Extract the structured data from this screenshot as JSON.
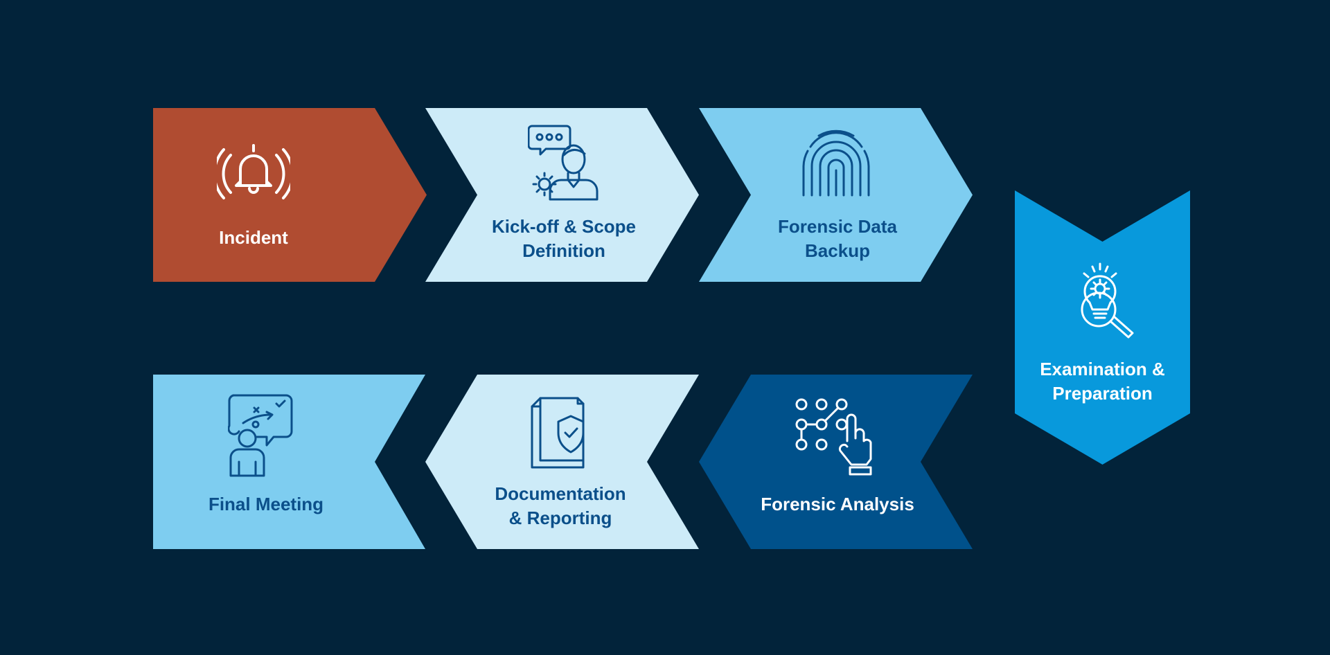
{
  "colors": {
    "background": "#02233a",
    "incident": "#b04c31",
    "pale_blue": "#cdebf8",
    "light_blue": "#7ecdf0",
    "bright_blue": "#0899dc",
    "dark_blue": "#00518b",
    "text_dark": "#0b4f8a",
    "text_light": "#ffffff"
  },
  "steps": [
    {
      "id": "incident",
      "icon": "bell-alarm-icon",
      "lines": [
        "Incident"
      ]
    },
    {
      "id": "kickoff",
      "icon": "person-chat-gear-icon",
      "lines": [
        "Kick-off & Scope",
        "Definition"
      ]
    },
    {
      "id": "backup",
      "icon": "fingerprint-icon",
      "lines": [
        "Forensic Data",
        "Backup"
      ]
    },
    {
      "id": "examination",
      "icon": "lightbulb-gear-magnifier-icon",
      "lines": [
        "Examination &",
        "Preparation"
      ]
    },
    {
      "id": "analysis",
      "icon": "pattern-touch-icon",
      "lines": [
        "Forensic Analysis"
      ]
    },
    {
      "id": "documentation",
      "icon": "document-shield-icon",
      "lines": [
        "Documentation",
        "& Reporting"
      ]
    },
    {
      "id": "final",
      "icon": "person-strategy-board-icon",
      "lines": [
        "Final Meeting"
      ]
    }
  ]
}
